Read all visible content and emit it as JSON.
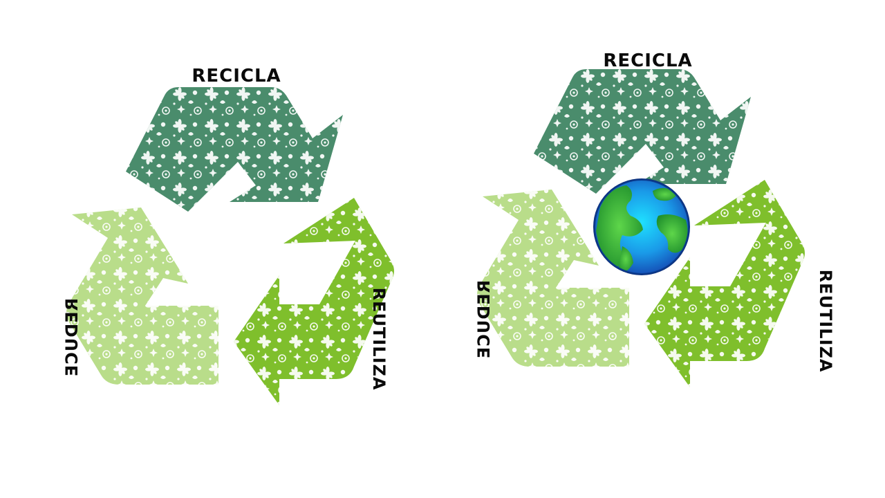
{
  "logos": [
    {
      "top_label": "RECICLA",
      "left_label": "REDUCE",
      "right_label": "REUTILIZA",
      "center_icon": "none"
    },
    {
      "top_label": "RECICLA",
      "left_label": "REDUCE",
      "right_label": "REUTILIZA",
      "center_icon": "earth-globe-icon"
    }
  ],
  "colors": {
    "top_arrow": "#4a8c6c",
    "left_arrow": "#b9dd8a",
    "right_arrow": "#7fbf2c",
    "globe_ocean": "#1f8be6",
    "globe_land": "#34b53c",
    "background": "#ffffff"
  }
}
